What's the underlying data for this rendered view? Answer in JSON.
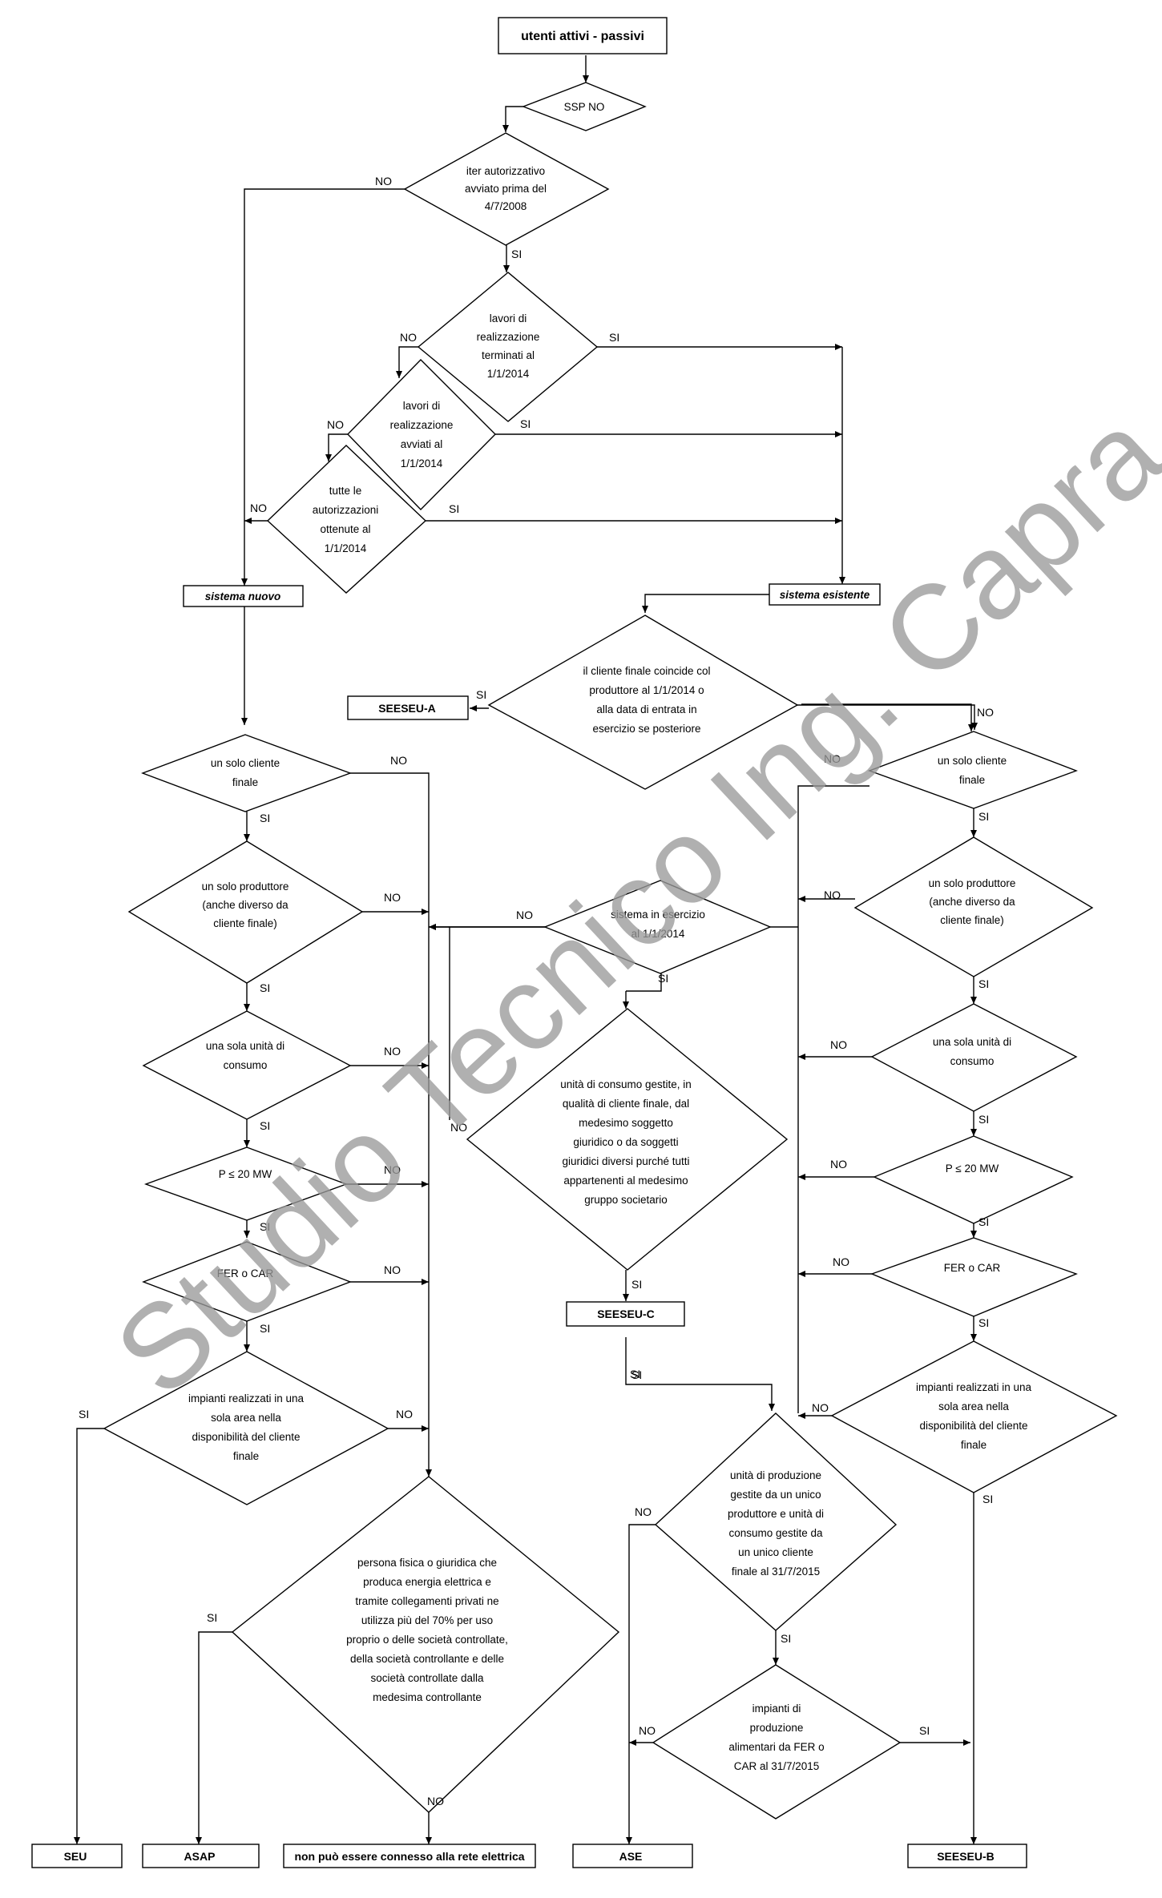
{
  "title": "utenti attivi - passivi",
  "d_ssp": "SSP NO",
  "d_iter": [
    "iter autorizzativo",
    "avviato prima del",
    "4/7/2008"
  ],
  "d_lav_term": [
    "lavori di",
    "realizzazione",
    "terminati al",
    "1/1/2014"
  ],
  "d_lav_avv": [
    "lavori di",
    "realizzazione",
    "avviati al",
    "1/1/2014"
  ],
  "d_autor": [
    "tutte le",
    "autorizzazioni",
    "ottenute al",
    "1/1/2014"
  ],
  "sistema_nuovo": "sistema nuovo",
  "sistema_esistente": "sistema esistente",
  "d_cliente_coincide": [
    "il cliente finale coincide col",
    "produttore al 1/1/2014 o",
    "alla data di entrata in",
    "esercizio se posteriore"
  ],
  "seeseu_a": "SEESEU-A",
  "d_solo_cliente": [
    "un solo cliente",
    "finale"
  ],
  "d_solo_produttore": [
    "un solo produttore",
    "(anche diverso da",
    "cliente finale)"
  ],
  "d_sola_unita": [
    "una sola unità di",
    "consumo"
  ],
  "d_potenza": "P ≤ 20 MW",
  "d_fer": "FER o CAR",
  "d_area": [
    "impianti realizzati in una",
    "sola area nella",
    "disponibilità del cliente",
    "finale"
  ],
  "d_esercizio": [
    "sistema in esercizio",
    "al 1/1/2014"
  ],
  "d_unita_gestite": [
    "unità di consumo gestite, in",
    "qualità di cliente finale, dal",
    "medesimo soggetto",
    "giuridico o da soggetti",
    "giuridici diversi purché tutti",
    "appartenenti al medesimo",
    "gruppo societario"
  ],
  "seeseu_c": "SEESEU-C",
  "d_persona": [
    "persona fisica o giuridica che",
    "produca energia elettrica e",
    "tramite collegamenti privati ne",
    "utilizza più del 70% per uso",
    "proprio o delle società controllate,",
    "della società controllante e delle",
    "società controllate dalla",
    "medesima controllante"
  ],
  "d_prod_unico": [
    "unità di produzione",
    "gestite da un unico",
    "produttore e unità di",
    "consumo gestite da",
    "un unico cliente",
    "finale al 31/7/2015"
  ],
  "d_fer_2015": [
    "impianti di",
    "produzione",
    "alimentari da FER o",
    "CAR al 31/7/2015"
  ],
  "out_seu": "SEU",
  "out_asap": "ASAP",
  "out_non_connesso": "non può essere connesso alla rete elettrica",
  "out_ase": "ASE",
  "out_seeseu_b": "SEESEU-B",
  "si": "SI",
  "no": "NO",
  "watermark": "Studio Tecnico Ing. Capra"
}
